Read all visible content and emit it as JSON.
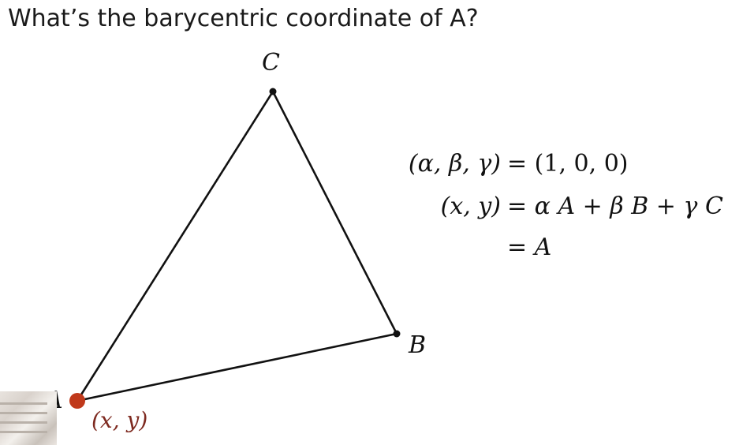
{
  "title": "What’s the barycentric coordinate of A?",
  "vertices": {
    "A": "A",
    "B": "B",
    "C": "C"
  },
  "point_label": "(x, y)",
  "equations": [
    {
      "lhs": "(α, β, γ)",
      "rhs": "= (1, 0, 0)"
    },
    {
      "lhs": "(x, y)",
      "rhs": "= α A + β B + γ C"
    },
    {
      "lhs": "",
      "rhs": "= A"
    }
  ],
  "colors": {
    "point": "#c0391b",
    "point_label": "#7e2a20",
    "edges": "#111111"
  }
}
